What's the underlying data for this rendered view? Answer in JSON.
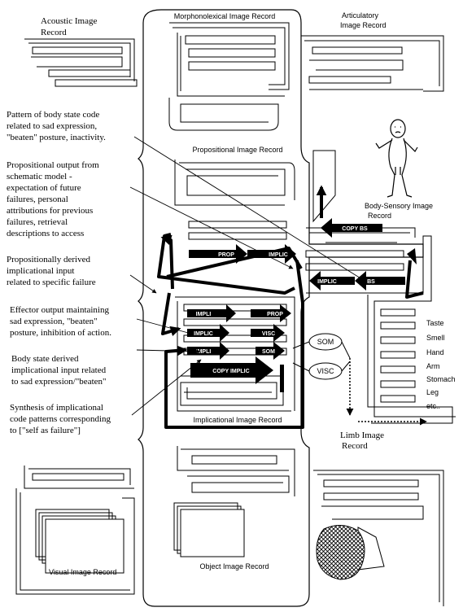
{
  "records": {
    "acoustic": [
      "Acoustic   Image",
      "Record"
    ],
    "morpholexical": "Morphonolexical Image Record",
    "articulatory": [
      "Articulatory",
      "Image Record"
    ],
    "propositional": "Propositional Image Record",
    "body_sensory": [
      "Body-Sensory Image",
      "Record"
    ],
    "implicational": "Implicational Image Record",
    "limb": [
      "Limb Image",
      "Record"
    ],
    "visual": "Visual Image Record",
    "object": "Object Image Record"
  },
  "annotations": [
    [
      "Pattern of body state code",
      "related to sad expression,",
      "\"beaten\" posture, inactivity."
    ],
    [
      "Propositional output from",
      "schematic model -",
      "expectation of future",
      "failures, personal",
      "attributions for previous",
      "failures, retrieval",
      "descriptions to access"
    ],
    [
      "Propositionally derived",
      "implicational input",
      "related to specific failure"
    ],
    [
      "Effector output maintaining",
      "sad expression, \"beaten\"",
      "posture, inhibition of action."
    ],
    [
      "Body state derived",
      "implicational input related",
      "to sad expression/\"beaten\""
    ],
    [
      "Synthesis of implicational",
      "code patterns corresponding",
      "to [\"self as failure\"]"
    ]
  ],
  "process_tags": {
    "prop": "PROP",
    "implic_top": "IMPLIC",
    "copy_bs": "COPY BS",
    "implic_right": "IMPLIC",
    "bs": "BS",
    "impli_1": "IMPLI",
    "prop_2": "PROP",
    "implic_2": "IMPLIC",
    "visc": "VISC",
    "impli_3": "IMPLI",
    "som": "SOM",
    "copy_implic": "COPY IMPLIC"
  },
  "nodes": {
    "som": "SOM",
    "visc": "VISC"
  },
  "limb_parts": [
    "Taste",
    "Smell",
    "Hand",
    "Arm",
    "Stomach",
    "Leg",
    "etc.."
  ]
}
